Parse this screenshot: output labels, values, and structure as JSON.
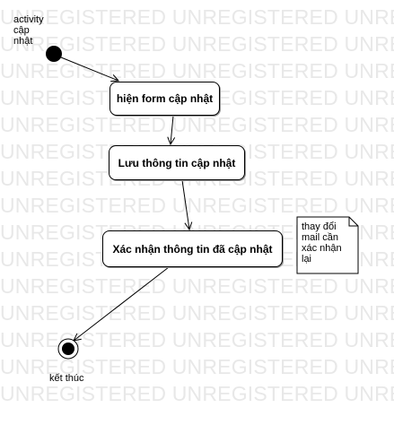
{
  "diagram": {
    "title_lines": [
      "activity",
      "cập",
      "nhật"
    ],
    "nodes": {
      "show_form": "hiện form cập nhật",
      "save_info": "Lưu thông tin cập nhật",
      "confirm_info": "Xác nhận thông tin đã cập nhật"
    },
    "note_lines": [
      "thay đổi",
      "mail cần",
      "xác nhận",
      "lại"
    ],
    "end_label": "kết thúc"
  },
  "watermark": {
    "text": "UNREGISTERED UNREGISTERED UNREGISTERED"
  }
}
